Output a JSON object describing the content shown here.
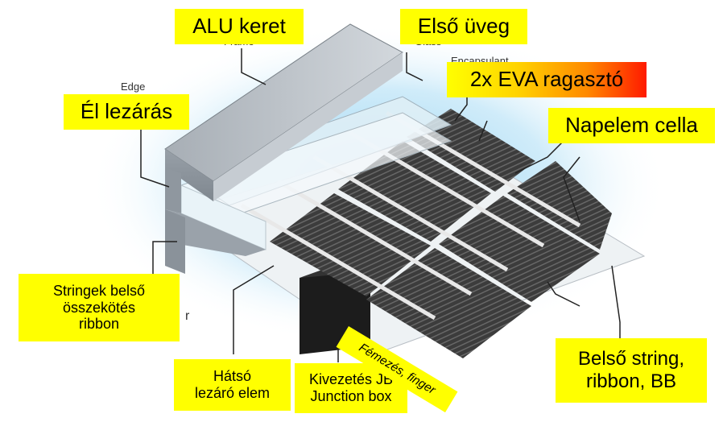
{
  "labels": {
    "alu_keret": "ALU keret",
    "elso_uveg": "Első üveg",
    "eva": "2x EVA ragasztó",
    "el_lezaras": "Él lezárás",
    "napelem_cella": "Napelem cella",
    "stringek": "Stringek belső\nösszekötés\nribbon",
    "femezes": "Fémezés,  finger",
    "belso_string": "Belső string,\nribbon, BB",
    "hatso": "Hátsó\nlezáró elem",
    "kivezetes": "Kivezetés JB\nJunction box"
  },
  "ghost_text": {
    "frame": "Frame",
    "glass": "Glass",
    "encapsulant": "Encapsulant",
    "edge": "Edge",
    "r": "r"
  },
  "colors": {
    "label_bg": "#ffff00",
    "frame": "#8e969e",
    "glow": "#7ec8ef",
    "cell": "#3a3a3a",
    "gradient_end": "#ff1a00"
  }
}
